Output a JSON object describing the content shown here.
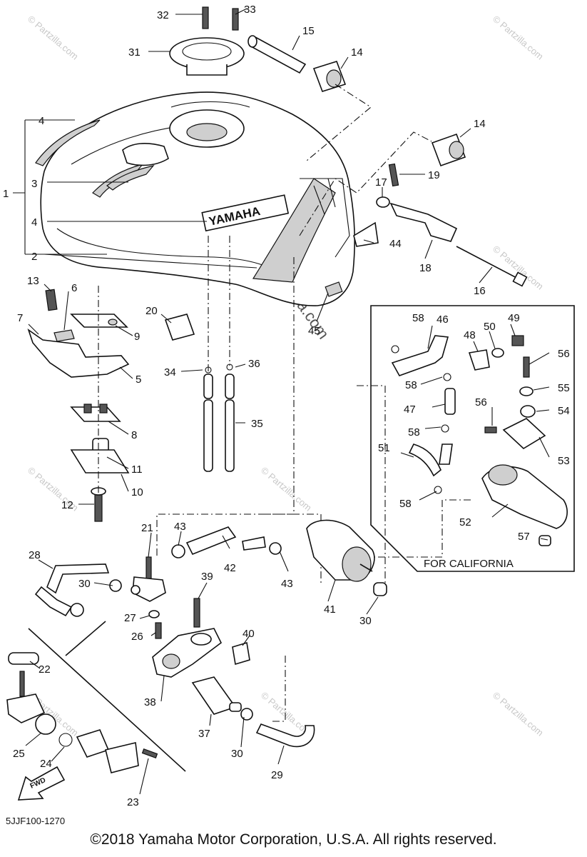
{
  "callouts": [
    "1",
    "2",
    "3",
    "4",
    "5",
    "6",
    "7",
    "8",
    "9",
    "10",
    "11",
    "12",
    "13",
    "14",
    "15",
    "16",
    "17",
    "18",
    "19",
    "20",
    "21",
    "22",
    "23",
    "24",
    "25",
    "26",
    "27",
    "28",
    "29",
    "30",
    "31",
    "32",
    "33",
    "34",
    "35",
    "36",
    "37",
    "38",
    "39",
    "40",
    "41",
    "42",
    "43",
    "44",
    "45",
    "46",
    "47",
    "48",
    "49",
    "50",
    "51",
    "52",
    "53",
    "54",
    "55",
    "56",
    "57",
    "58"
  ],
  "tank_logo": "YAMAHA",
  "fwd_label": "FWD",
  "california_box_title": "FOR CALIFORNIA",
  "drawing_code": "5JJF100-1270",
  "watermark_text": "© Partzilla.com",
  "copyright": "©2018  Yamaha Motor Corporation, U.S.A. All rights reserved.",
  "colors": {
    "line": "#111111",
    "background": "#ffffff",
    "watermark": "#c8c8c8"
  }
}
